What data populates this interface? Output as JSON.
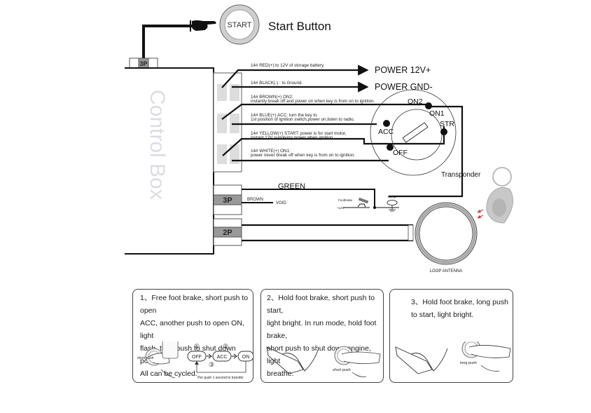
{
  "start_button": {
    "badge_label": "START",
    "title": "Start Button"
  },
  "control_box": {
    "label": "Control Box",
    "top_connector": "3P",
    "side_connector_3p": "3P",
    "side_connector_2p": "2P"
  },
  "wires": [
    {
      "id": "red",
      "label": "14# RED(+):to 12V of storage battery.",
      "target": "POWER 12V+"
    },
    {
      "id": "black",
      "label": "14# BLACK(-) : to Ground.",
      "target": "POWER GND-"
    },
    {
      "id": "brown",
      "label_line1": "14# BROWN(+)   ON2:",
      "label_line2": "instantly break off and power on when key is from on to  ignition."
    },
    {
      "id": "blue",
      "label_line1": "14# BLUE(+)   ACC:  turn the key to",
      "label_line2": "1st position of ignition switch,power on,listen to radio."
    },
    {
      "id": "yellow",
      "label_line1": "14# YELLOW(+)   START:  power is for start motor,",
      "label_line2": "instant 12V supplying power when ignition."
    },
    {
      "id": "white",
      "label_line1": "14# WHITE(+)   ON1:",
      "label_line2": "power never break off when key is from on to ignition."
    }
  ],
  "ignition_switch": {
    "positions": [
      "ON2",
      "ON1",
      "ACC",
      "STR",
      "OFF"
    ]
  },
  "brake_circuit": {
    "green_label": "GREEN",
    "brown_label": "BROWN",
    "void_label": "VOID",
    "footbrake_label": "Footbrake",
    "supply_label": "+12V",
    "lamp_label": "Lamp"
  },
  "antenna": {
    "label": "LOOP ANTENNA",
    "transponder_label": "Transponder"
  },
  "steps": [
    {
      "number": "1、",
      "text_lines": [
        "Free foot brake, short push to open",
        "ACC, another push to open ON, light",
        "flash, then push to shut down power.",
        "All can be cycled."
      ],
      "push_label": "short push",
      "cycle": {
        "states": [
          "OFF",
          "ACC",
          "ON"
        ],
        "markers": [
          "①",
          "②",
          "③"
        ],
        "note": "Per push 1 second to transfer"
      }
    },
    {
      "number": "2、",
      "text_lines": [
        "Hold foot brake, short push to start,",
        "light bright. In run mode, hold foot brake,",
        "short push to shut down engine, light",
        "breathe."
      ],
      "push_label": "short push"
    },
    {
      "number": "3、",
      "text_lines": [
        "Hold foot brake, long push",
        "to start, light bright."
      ],
      "push_label": "long push"
    }
  ]
}
